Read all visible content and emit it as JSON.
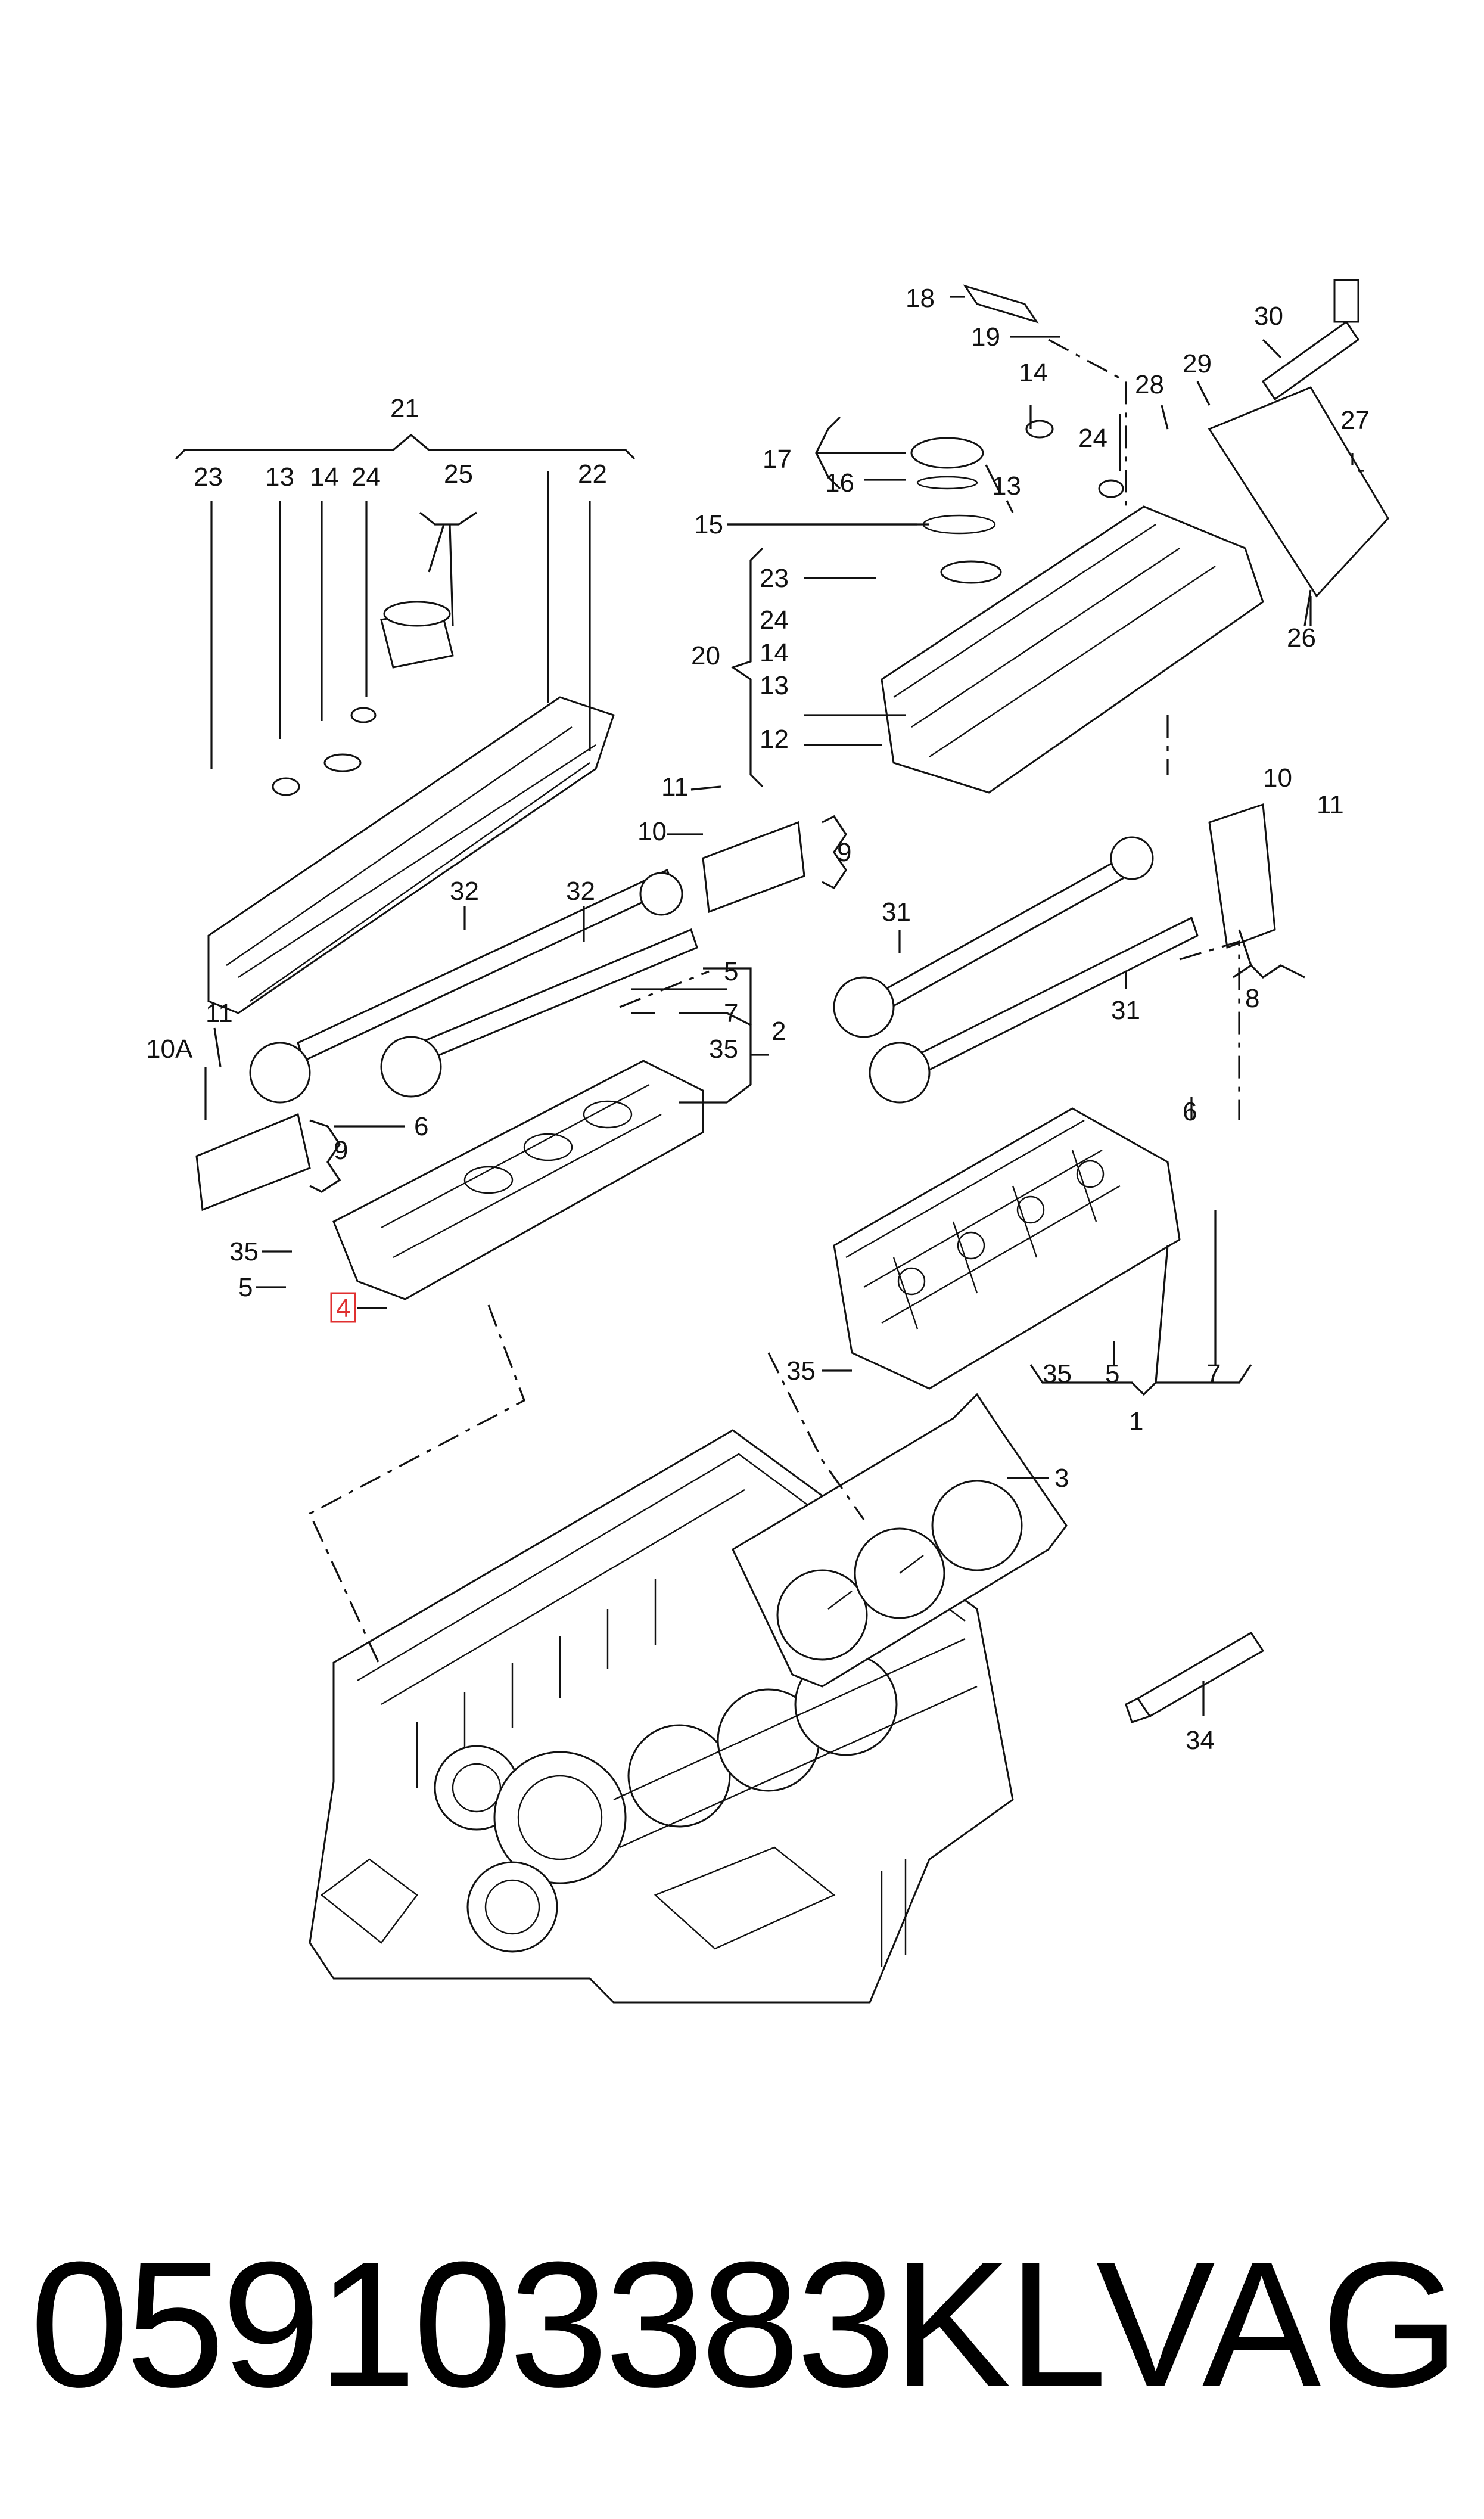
{
  "callouts": {
    "c1": "1",
    "c2": "2",
    "c3": "3",
    "c4": "4",
    "c5a": "5",
    "c5b": "5",
    "c5c": "5",
    "c6a": "6",
    "c6b": "6",
    "c7a": "7",
    "c7b": "7",
    "c8": "8",
    "c9a": "9",
    "c9b": "9",
    "c10": "10",
    "c10b": "10",
    "c10A": "10A",
    "c11a": "11",
    "c11b": "11",
    "c11c": "11",
    "c12": "12",
    "c13a": "13",
    "c13b": "13",
    "c13c": "13",
    "c14a": "14",
    "c14b": "14",
    "c14c": "14",
    "c15": "15",
    "c16": "16",
    "c17": "17",
    "c18": "18",
    "c19": "19",
    "c20": "20",
    "c21": "21",
    "c22": "22",
    "c23a": "23",
    "c23b": "23",
    "c24a": "24",
    "c24b": "24",
    "c24c": "24",
    "c25": "25",
    "c26": "26",
    "c27": "27",
    "c28": "28",
    "c29": "29",
    "c30": "30",
    "c31a": "31",
    "c31b": "31",
    "c32a": "32",
    "c32b": "32",
    "c34": "34",
    "c35a": "35",
    "c35b": "35",
    "c35c": "35",
    "c35d": "35"
  },
  "footer": {
    "part_number": "059103383KL",
    "brand": "VAG"
  },
  "highlight_color": "#e03030"
}
